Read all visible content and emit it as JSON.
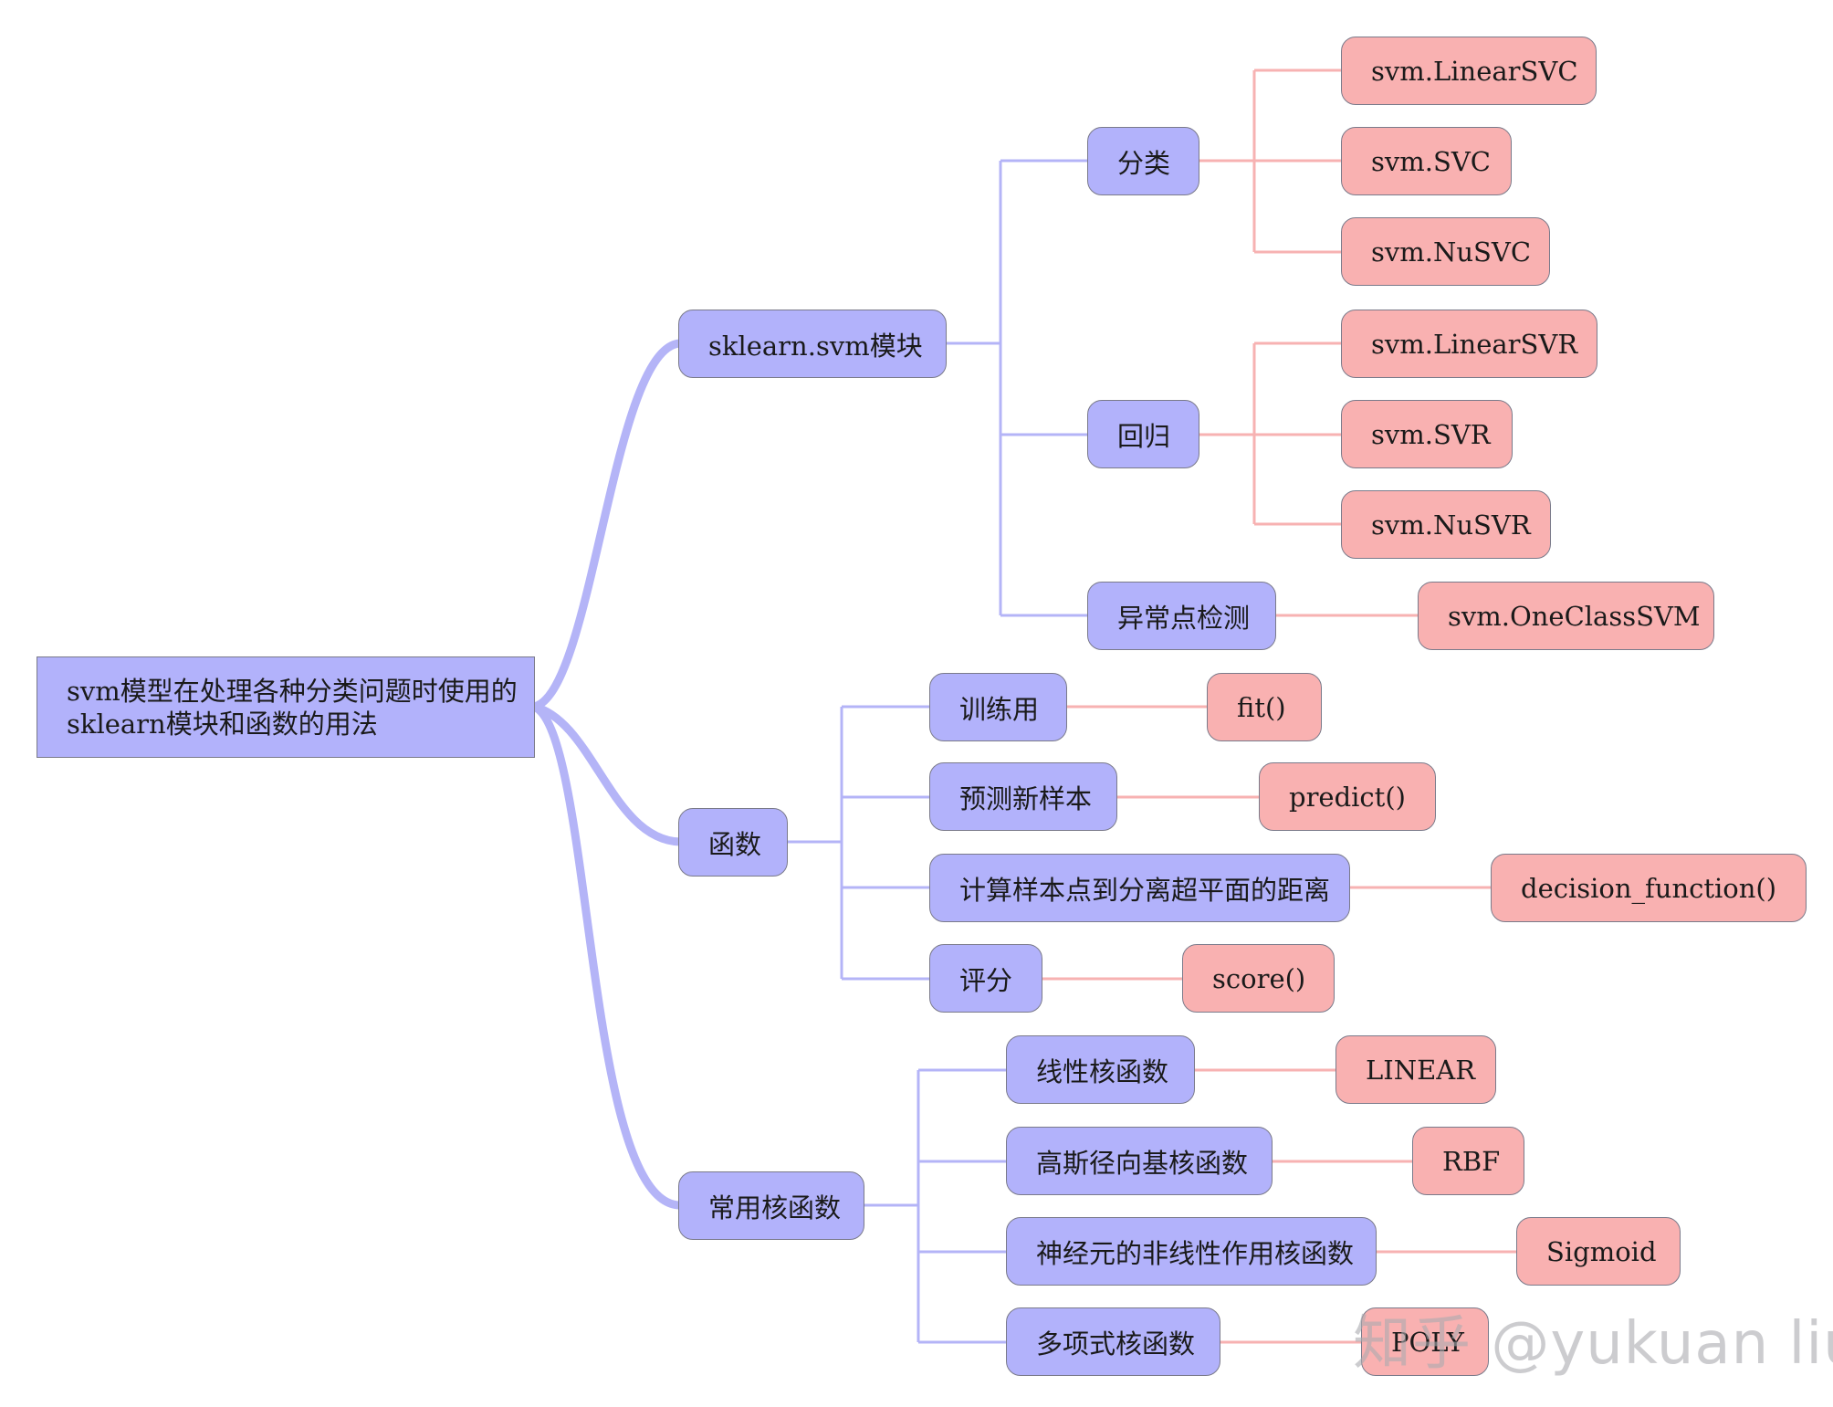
{
  "root": {
    "line1": "svm模型在处理各种分类问题时使用的",
    "line2": "sklearn模块和函数的用法"
  },
  "branches": {
    "module": {
      "label": "sklearn.svm模块",
      "classification": {
        "label": "分类",
        "items": [
          "svm.LinearSVC",
          "svm.SVC",
          "svm.NuSVC"
        ]
      },
      "regression": {
        "label": "回归",
        "items": [
          "svm.LinearSVR",
          "svm.SVR",
          "svm.NuSVR"
        ]
      },
      "outlier": {
        "label": "异常点检测",
        "items": [
          "svm.OneClassSVM"
        ]
      }
    },
    "functions": {
      "label": "函数",
      "items": [
        {
          "label": "训练用",
          "value": "fit()"
        },
        {
          "label": "预测新样本",
          "value": "predict()"
        },
        {
          "label": "计算样本点到分离超平面的距离",
          "value": "decision_function()"
        },
        {
          "label": "评分",
          "value": "score()"
        }
      ]
    },
    "kernels": {
      "label": "常用核函数",
      "items": [
        {
          "label": "线性核函数",
          "value": "LINEAR"
        },
        {
          "label": "高斯径向基核函数",
          "value": "RBF"
        },
        {
          "label": "神经元的非线性作用核函数",
          "value": "Sigmoid"
        },
        {
          "label": "多项式核函数",
          "value": "POLY"
        }
      ]
    }
  },
  "watermark": "知乎 @yukuan liu",
  "colors": {
    "blue_node": "#b2b2fb",
    "red_node": "#f9b1b1",
    "blue_line": "#b4b4f7",
    "red_line": "#f7b2b2"
  }
}
